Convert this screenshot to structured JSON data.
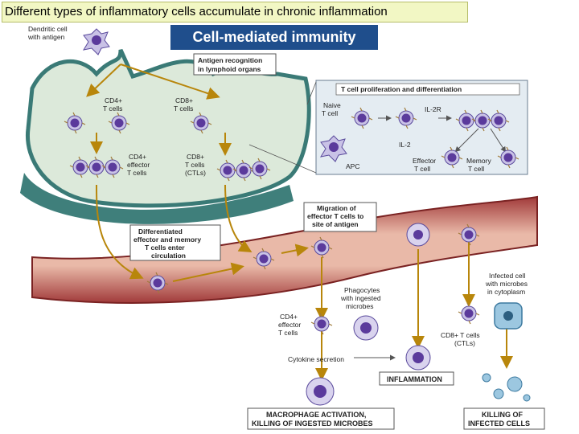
{
  "header": {
    "title": "Different types of inflammatory cells accumulate in chronic inflammation",
    "subtitle": "Cell-mediated immunity"
  },
  "labels": {
    "dendritic_1": "Dendritic cell",
    "dendritic_2": "with antigen",
    "recog_1": "Antigen recognition",
    "recog_2": "in lymphoid organs",
    "cd4_1": "CD4+",
    "cd4_2": "T cells",
    "cd8_1": "CD8+",
    "cd8_2": "T cells",
    "cd4e_1": "CD4+",
    "cd4e_2": "effector",
    "cd4e_3": "T cells",
    "cd8e_1": "CD8+",
    "cd8e_2": "T cells",
    "cd8e_3": "(CTLs)",
    "prolif": "T cell proliferation and differentiation",
    "naive_1": "Naive",
    "naive_2": "T cell",
    "il2r": "IL-2R",
    "il2": "IL-2",
    "apc": "APC",
    "effector_1": "Effector",
    "effector_2": "T cell",
    "memory_1": "Memory",
    "memory_2": "T cell",
    "diff_1": "Differentiated",
    "diff_2": "effector and memory",
    "diff_3": "T cells enter",
    "diff_4": "circulation",
    "mig_1": "Migration of",
    "mig_2": "effector T cells to",
    "mig_3": "site of antigen",
    "phago_1": "Phagocytes",
    "phago_2": "with ingested",
    "phago_3": "microbes",
    "infected_1": "Infected cell",
    "infected_2": "with microbes",
    "infected_3": "in cytoplasm",
    "cd4f_1": "CD4+",
    "cd4f_2": "effector",
    "cd4f_3": "T cells",
    "cd8f_1": "CD8+ T cells",
    "cd8f_2": "(CTLs)",
    "cytokine": "Cytokine secretion",
    "inflammation": "INFLAMMATION",
    "macro_1": "MACROPHAGE ACTIVATION,",
    "macro_2": "KILLING OF INGESTED MICROBES",
    "kill_1": "KILLING OF",
    "kill_2": "INFECTED CELLS"
  }
}
